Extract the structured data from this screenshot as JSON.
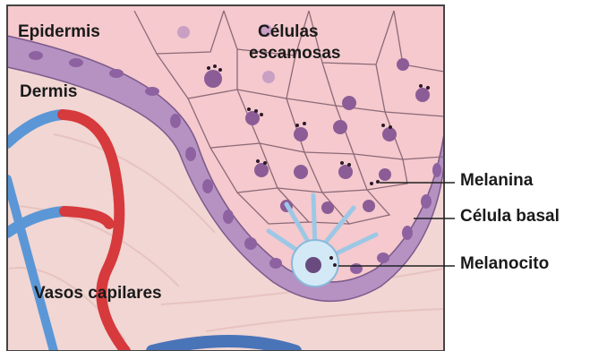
{
  "diagram": {
    "labels": {
      "epidermis": "Epidermis",
      "celulas_escamosas_line1": "Células",
      "celulas_escamosas_line2": "escamosas",
      "dermis": "Dermis",
      "vasos_capilares": "Vasos capilares",
      "melanina": "Melanina",
      "celula_basal": "Célula basal",
      "melanocito": "Melanocito"
    }
  },
  "colors": {
    "dermis_bg": "#f3d7d4",
    "epidermis_fill": "#f6cdd0",
    "cell_outline": "#8c6a78",
    "nucleus": "#8b5c96",
    "basal_cells": "#b691c2",
    "artery": "#d7383a",
    "vein": "#4d8fd1",
    "melanocyte": "#cfe6f4"
  }
}
